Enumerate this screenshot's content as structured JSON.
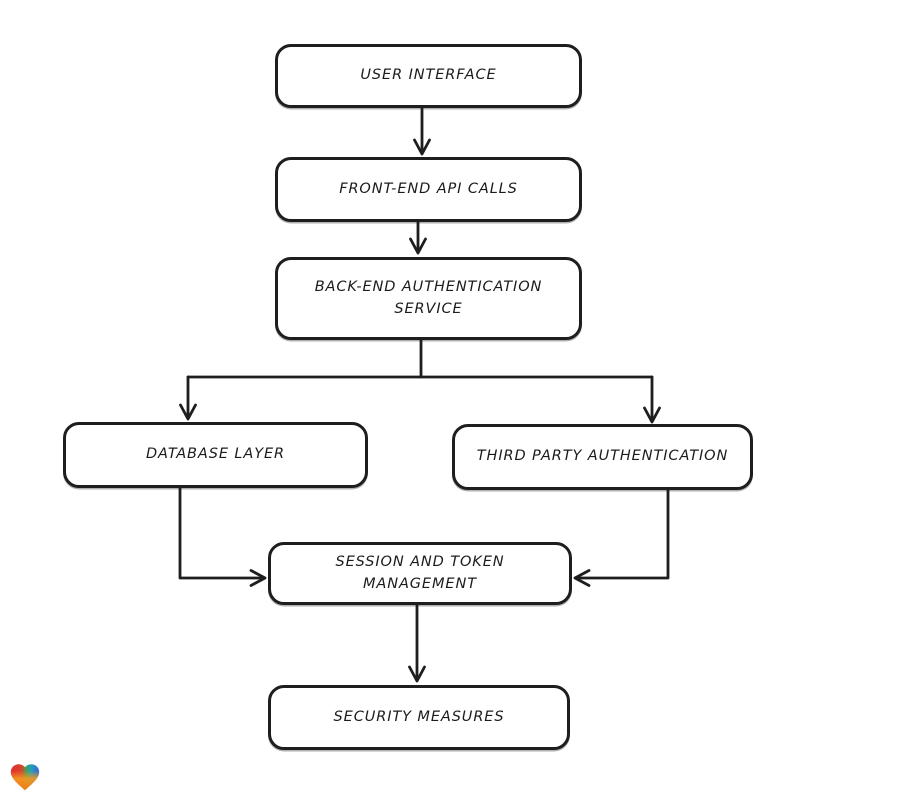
{
  "diagram": {
    "title": "authentication flowchart",
    "background_color": "#ffffff",
    "stroke_color": "#1e1e1e",
    "node_fill_color": "#ffffff",
    "nodes": [
      {
        "id": "user-interface",
        "label": "USER INTERFACE"
      },
      {
        "id": "front-end-api-calls",
        "label": "FRONT-END API CALLS"
      },
      {
        "id": "back-end-authentication-service",
        "label": "BACK-END AUTHENTICATION\nSERVICE"
      },
      {
        "id": "database-layer",
        "label": "DATABASE LAYER"
      },
      {
        "id": "third-party-authentication",
        "label": "THIRD PARTY AUTHENTICATION"
      },
      {
        "id": "session-and-token-management",
        "label": "SESSION AND TOKEN\nMANAGEMENT"
      },
      {
        "id": "security-measures",
        "label": "SECURITY MEASURES"
      }
    ],
    "edges": [
      {
        "from": "user-interface",
        "to": "front-end-api-calls"
      },
      {
        "from": "front-end-api-calls",
        "to": "back-end-authentication-service"
      },
      {
        "from": "back-end-authentication-service",
        "to": "database-layer"
      },
      {
        "from": "back-end-authentication-service",
        "to": "third-party-authentication"
      },
      {
        "from": "database-layer",
        "to": "session-and-token-management"
      },
      {
        "from": "third-party-authentication",
        "to": "session-and-token-management"
      },
      {
        "from": "session-and-token-management",
        "to": "security-measures"
      }
    ]
  },
  "logo": {
    "name": "gradient-heart",
    "colors": {
      "red": "#e12f2f",
      "green": "#3ea257",
      "teal": "#1f9fc0",
      "blue": "#3a66d1",
      "orange": "#f5991f"
    }
  }
}
